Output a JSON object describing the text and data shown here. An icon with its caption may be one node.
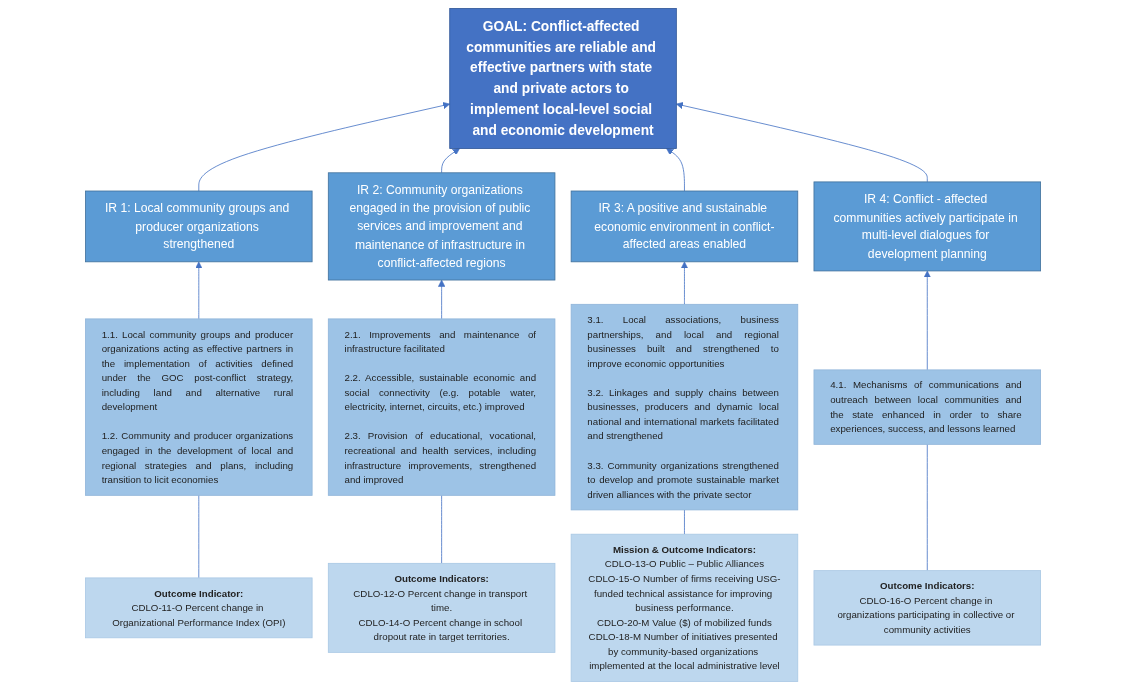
{
  "diagram": {
    "nodes": [
      {
        "text": [
          "GOAL: Conflict-affected communities are reliable and effective partners with state and private actors to implement local-level social and economic development"
        ]
      },
      {
        "text": [
          "IR 1: Local community groups and producer organizations strengthened"
        ]
      },
      {
        "text": [
          "IR 2: Community organizations engaged in the provision of public services and improvement and maintenance of infrastructure in conflict-affected regions"
        ]
      },
      {
        "text": [
          "IR 3: A positive and sustainable economic environment in conflict-affected areas enabled"
        ]
      },
      {
        "text": [
          "IR 4: Conflict - affected communities actively participate in multi-level dialogues for development planning"
        ]
      },
      {
        "text": [
          "1.1. Local community groups and producer organizations acting as effective partners in the implementation of activities defined under the GOC post-conflict strategy, including land and alternative rural development",
          "1.2. Community and producer organizations engaged in the development of local and regional strategies and plans, including transition to licit economies"
        ]
      },
      {
        "text": [
          "2.1. Improvements and maintenance of infrastructure facilitated",
          "2.2. Accessible, sustainable economic and social connectivity (e.g. potable water, electricity, internet, circuits, etc.) improved",
          "2.3. Provision of educational, vocational, recreational and health services, including infrastructure improvements, strengthened and improved"
        ]
      },
      {
        "text": [
          "3.1. Local associations, business partnerships, and local and regional businesses built and strengthened to improve economic opportunities",
          "3.2. Linkages and supply chains between businesses, producers and dynamic local national and international markets facilitated and strengthened",
          "3.3. Community organizations strengthened to develop and promote sustainable market driven alliances with the private sector"
        ]
      },
      {
        "text": [
          "4.1. Mechanisms of communications and outreach between local communities and the state enhanced in order to share experiences, success, and lessons learned"
        ]
      },
      {
        "text": [
          "Outcome Indicator:",
          "CDLO-11-O Percent change in Organizational Performance Index (OPI)"
        ]
      },
      {
        "text": [
          "Outcome Indicators:",
          "CDLO-12-O Percent change in transport time.",
          "CDLO-14-O Percent change in school dropout rate in target territories."
        ]
      },
      {
        "text": [
          "Mission & Outcome Indicators:",
          "CDLO-13-O Public – Public Alliances",
          "CDLO-15-O Number of firms receiving USG-funded technical assistance for improving business performance.",
          "CDLO-20-M Value ($) of mobilized funds",
          "CDLO-18-M Number of initiatives presented by community-based organizations implemented at the local administrative level"
        ]
      },
      {
        "text": [
          "Outcome Indicators:",
          "CDLO-16-O Percent change in organizations participating in collective or community activities"
        ]
      }
    ],
    "edges": [
      {
        "from": 1,
        "to": 0,
        "arrow": "to"
      },
      {
        "from": 2,
        "to": 0,
        "arrow": "to"
      },
      {
        "from": 3,
        "to": 0,
        "arrow": "to"
      },
      {
        "from": 4,
        "to": 0,
        "arrow": "to"
      },
      {
        "from": 5,
        "to": 1,
        "arrow": "to"
      },
      {
        "from": 6,
        "to": 2,
        "arrow": "to"
      },
      {
        "from": 7,
        "to": 3,
        "arrow": "to"
      },
      {
        "from": 8,
        "to": 4,
        "arrow": "to"
      },
      {
        "from": 9,
        "to": 5,
        "arrow": "none"
      },
      {
        "from": 10,
        "to": 6,
        "arrow": "none"
      },
      {
        "from": 11,
        "to": 7,
        "arrow": "none"
      },
      {
        "from": 12,
        "to": 8,
        "arrow": "none"
      }
    ]
  }
}
